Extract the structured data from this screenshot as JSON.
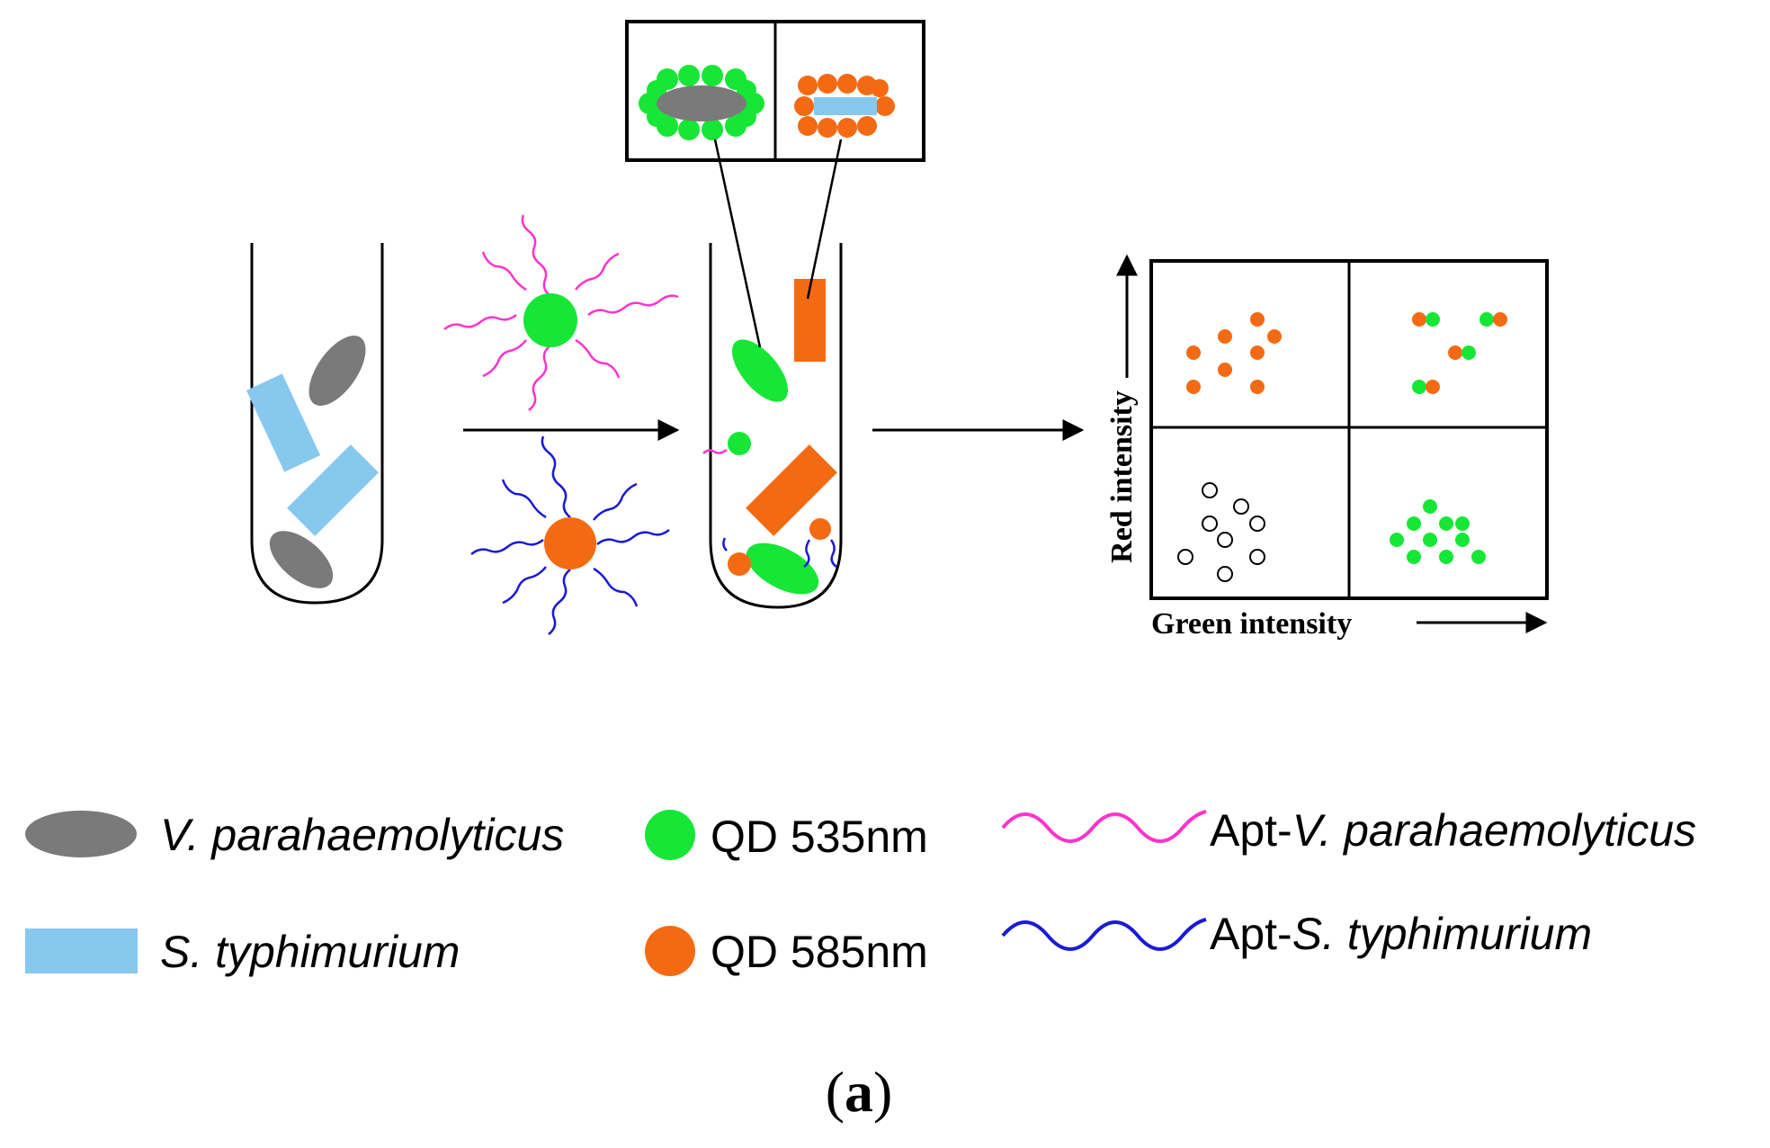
{
  "colors": {
    "vp_gray": "#7a7a7a",
    "st_blue": "#86c8ee",
    "qd535_green": "#16e636",
    "qd585_orange": "#f46a12",
    "apt_vp_magenta": "#ff33cc",
    "apt_st_blue": "#1a1ad6"
  },
  "plot": {
    "y_axis_label": "Red intensity",
    "x_axis_label": "Green intensity",
    "quadrants": {
      "top_left": "orange dots (S. typhimurium)",
      "top_right": "orange + green dot pairs",
      "bottom_left": "open circles (negative)",
      "bottom_right": "green dots (V. parahaemolyticus)"
    }
  },
  "legend": {
    "vp": {
      "label": "V. parahaemolyticus",
      "icon": "gray-ellipse-icon"
    },
    "st": {
      "label": "S. typhimurium",
      "icon": "blue-rectangle-icon"
    },
    "qd535": {
      "label": "QD 535nm",
      "icon": "green-dot-icon"
    },
    "qd585": {
      "label": "QD 585nm",
      "icon": "orange-dot-icon"
    },
    "apt_vp": {
      "prefix": "Apt-",
      "italic": "V. parahaemolyticus",
      "icon": "magenta-wave-icon"
    },
    "apt_st": {
      "prefix": "Apt-",
      "italic": "S. typhimurium",
      "icon": "blue-wave-icon"
    }
  },
  "caption": {
    "open": "(",
    "letter": "a",
    "close": ")"
  }
}
